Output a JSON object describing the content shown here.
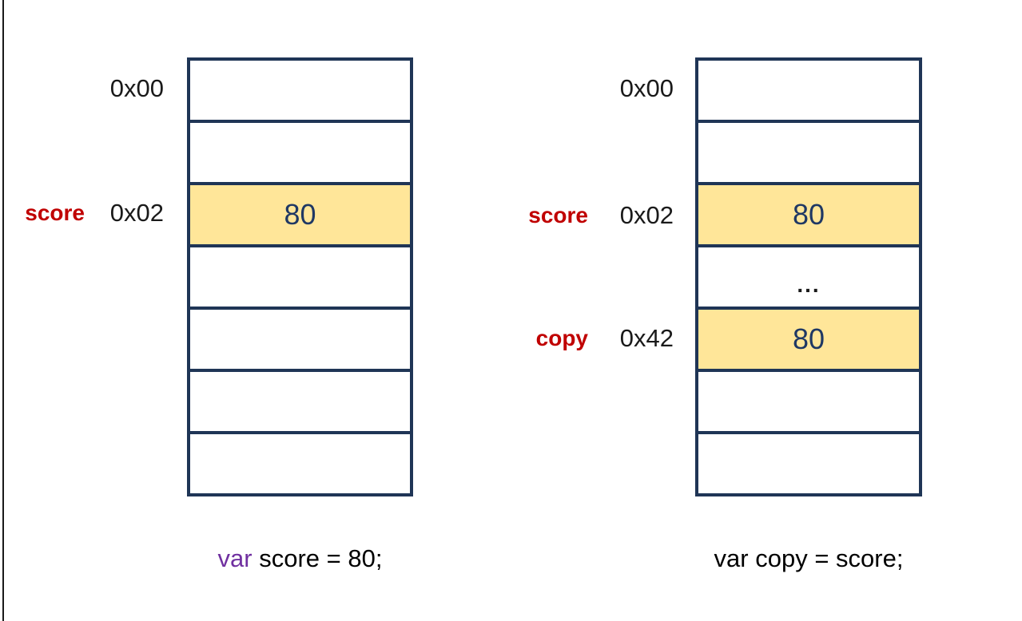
{
  "colors": {
    "border_navy": "#1f3556",
    "cell_highlight_yellow": "#ffe699",
    "variable_label_red": "#c00000",
    "keyword_purple": "#7030a0",
    "cell_value_navy": "#1f3864",
    "text_black": "#1a1a1a"
  },
  "left_memory": {
    "name_label": "score",
    "rows": [
      {
        "address": "0x00",
        "value": ""
      },
      {
        "address": "",
        "value": ""
      },
      {
        "address": "0x02",
        "value": "80"
      },
      {
        "address": "",
        "value": ""
      },
      {
        "address": "",
        "value": ""
      },
      {
        "address": "",
        "value": ""
      },
      {
        "address": "",
        "value": ""
      }
    ],
    "caption": {
      "keyword": "var",
      "code": " score = 80;"
    }
  },
  "right_memory": {
    "score_label": "score",
    "copy_label": "copy",
    "rows": [
      {
        "address": "0x00",
        "value": ""
      },
      {
        "address": "",
        "value": ""
      },
      {
        "address": "0x02",
        "value": "80"
      },
      {
        "address": "",
        "value": "..."
      },
      {
        "address": "0x42",
        "value": "80"
      },
      {
        "address": "",
        "value": ""
      },
      {
        "address": "",
        "value": ""
      }
    ],
    "caption": {
      "keyword": "",
      "code": "var copy = score;"
    }
  }
}
